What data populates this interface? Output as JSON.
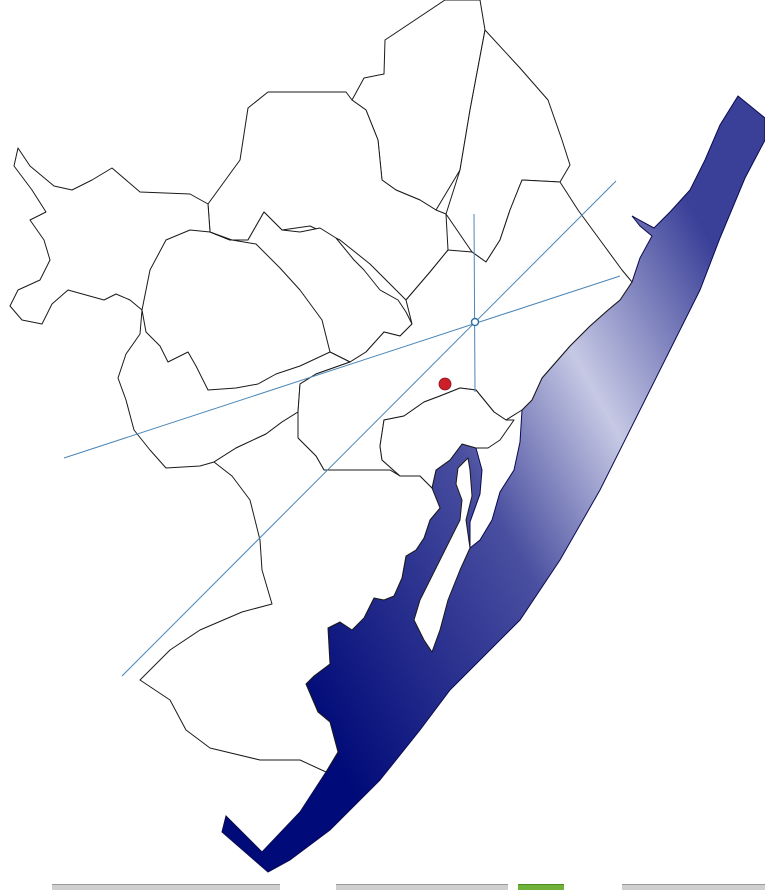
{
  "map": {
    "colors": {
      "sea_dark": "#000a78",
      "sea_mid": "#3a3f98",
      "sea_light": "#c6c9e4",
      "district_fill": "#ffffff",
      "district_stroke": "#1a1a1a",
      "guide_line": "#4a86b8",
      "marker": "#cc1f2a",
      "center_marker": "#2f6fa8"
    },
    "markers": [
      {
        "name": "location-marker",
        "icon": "red-dot-icon"
      },
      {
        "name": "center-marker",
        "icon": "ring-icon"
      }
    ]
  },
  "bottom_strip": {
    "thumbnails": [
      {
        "name": "thumbnail-1",
        "style": "gray"
      },
      {
        "name": "thumbnail-2",
        "style": "gray"
      },
      {
        "name": "thumbnail-3",
        "style": "green"
      },
      {
        "name": "thumbnail-4",
        "style": "gray"
      }
    ]
  }
}
